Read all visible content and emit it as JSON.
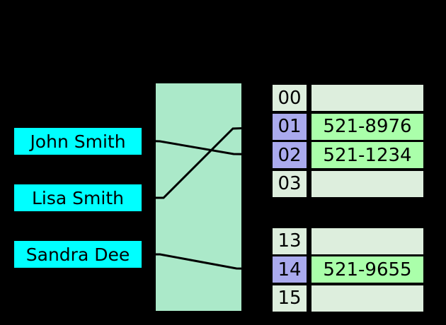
{
  "figure": {
    "kind": "hash-table-diagram"
  },
  "palette": {
    "background": "#000000",
    "key_box_fill": "#00FFFF",
    "hash_box_fill": "#ABE9C9",
    "bucket_empty_fill": "#DDEEDD",
    "bucket_index_highlight_fill": "#AAAAEE",
    "bucket_value_filled_fill": "#AAFFAA",
    "line_color": "#000000",
    "text_color": "#000000"
  },
  "keys": [
    {
      "label": "John Smith"
    },
    {
      "label": "Lisa Smith"
    },
    {
      "label": "Sandra Dee"
    }
  ],
  "buckets": [
    {
      "index": "00",
      "value": "",
      "filled": false
    },
    {
      "index": "01",
      "value": "521-8976",
      "filled": true
    },
    {
      "index": "02",
      "value": "521-1234",
      "filled": true
    },
    {
      "index": "03",
      "value": "",
      "filled": false
    },
    {
      "index": "13",
      "value": "",
      "filled": false
    },
    {
      "index": "14",
      "value": "521-9655",
      "filled": true
    },
    {
      "index": "15",
      "value": "",
      "filled": false
    }
  ],
  "connections": [
    {
      "from": "John Smith",
      "to": "02"
    },
    {
      "from": "Lisa Smith",
      "to": "01"
    },
    {
      "from": "Sandra Dee",
      "to": "14"
    }
  ]
}
